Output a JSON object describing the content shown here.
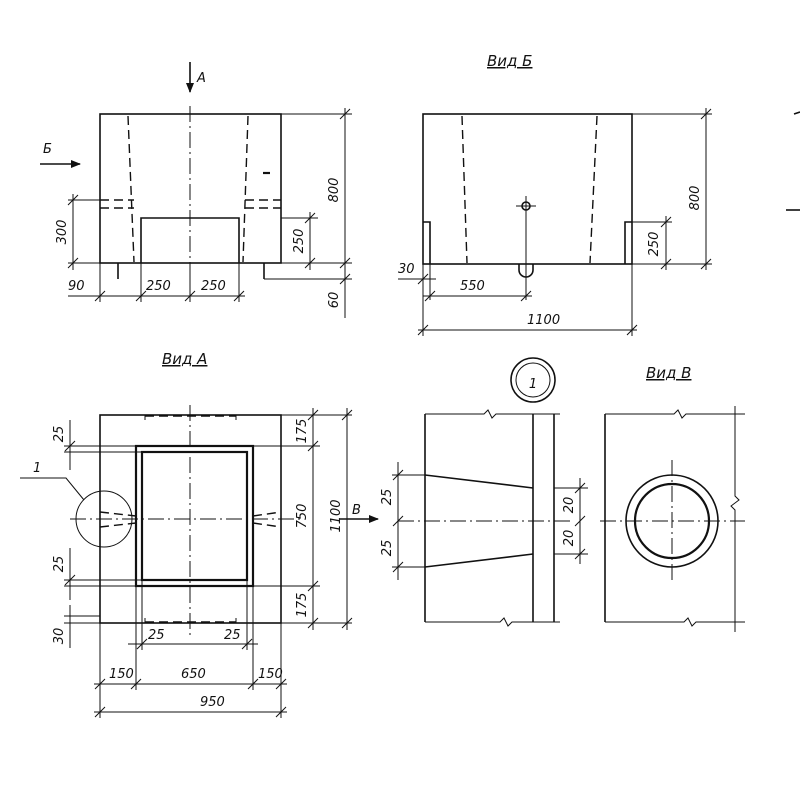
{
  "views": {
    "view_b_title": "Вид Б",
    "view_a_title": "Вид А",
    "view_v_title": "Вид В",
    "arrow_a_label": "А",
    "arrow_b_label": "Б",
    "arrow_v_label": "В",
    "callout_number": "1",
    "leader_number": "1"
  },
  "front_view": {
    "dim_300": "300",
    "dim_800": "800",
    "dim_250_right": "250",
    "dim_60": "60",
    "dim_90": "90",
    "dim_250_a": "250",
    "dim_250_b": "250"
  },
  "view_b": {
    "dim_800": "800",
    "dim_250": "250",
    "dim_30": "30",
    "dim_550": "550",
    "dim_1100": "1100"
  },
  "view_a": {
    "dim_25_top": "25",
    "dim_25_bottom": "25",
    "dim_30": "30",
    "dim_175_top": "175",
    "dim_750": "750",
    "dim_1100": "1100",
    "dim_175_bottom": "175",
    "dim_25_inner_left": "25",
    "dim_25_inner_right": "25",
    "dim_150_left": "150",
    "dim_650": "650",
    "dim_150_right": "150",
    "dim_950": "950"
  },
  "detail_1": {
    "dim_25_top": "25",
    "dim_25_bottom": "25",
    "dim_20_top": "20",
    "dim_20_bottom": "20"
  }
}
